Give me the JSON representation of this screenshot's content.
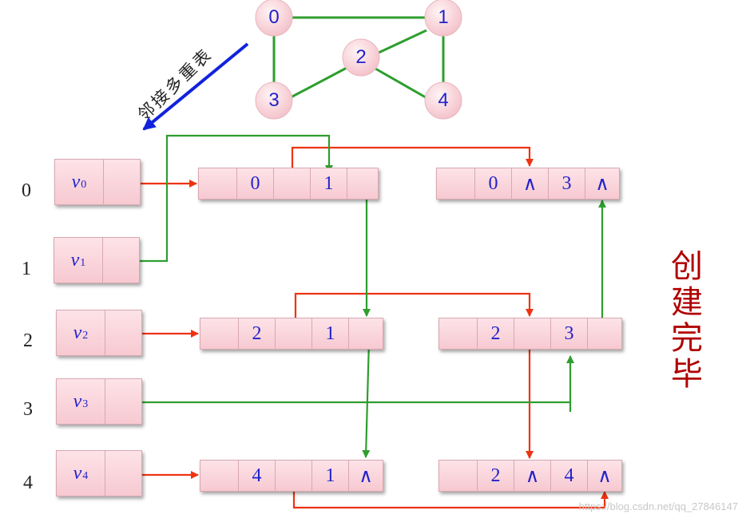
{
  "graph": {
    "nodes": [
      {
        "id": "node-0",
        "label": "0"
      },
      {
        "id": "node-1",
        "label": "1"
      },
      {
        "id": "node-2",
        "label": "2"
      },
      {
        "id": "node-3",
        "label": "3"
      },
      {
        "id": "node-4",
        "label": "4"
      }
    ],
    "edges": [
      [
        "0",
        "1"
      ],
      [
        "0",
        "3"
      ],
      [
        "1",
        "2"
      ],
      [
        "1",
        "4"
      ],
      [
        "2",
        "3"
      ],
      [
        "2",
        "4"
      ]
    ],
    "node_fill": "#fadadd",
    "edge_color": "#2e9e2e"
  },
  "arrow_caption": [
    "邻",
    "接",
    "多",
    "重",
    "表"
  ],
  "row_indices": [
    "0",
    "1",
    "2",
    "3",
    "4"
  ],
  "vertex_table": [
    {
      "name": "v",
      "sub": "0"
    },
    {
      "name": "v",
      "sub": "1"
    },
    {
      "name": "v",
      "sub": "2"
    },
    {
      "name": "v",
      "sub": "3"
    },
    {
      "name": "v",
      "sub": "4"
    }
  ],
  "edge_nodes": [
    {
      "id": "edge-0-1",
      "values": [
        "0",
        "",
        "1",
        ""
      ]
    },
    {
      "id": "edge-0-3",
      "values": [
        "0",
        "∧",
        "3",
        "∧"
      ]
    },
    {
      "id": "edge-2-1",
      "values": [
        "2",
        "",
        "1",
        ""
      ]
    },
    {
      "id": "edge-2-3",
      "values": [
        "2",
        "",
        "3",
        ""
      ]
    },
    {
      "id": "edge-4-1",
      "values": [
        "4",
        "",
        "1",
        "∧"
      ]
    },
    {
      "id": "edge-2-4",
      "values": [
        "2",
        "∧",
        "4",
        "∧"
      ]
    }
  ],
  "side_caption": [
    "创",
    "建",
    "完",
    "毕"
  ],
  "watermark": "https://blog.csdn.net/qq_27846147",
  "colors": {
    "red_arrow": "#ee3311",
    "green_arrow": "#2e9e2e",
    "blue_arrow": "#1122dd",
    "box_border": "#d8a8b2",
    "text_blue": "#2222cc",
    "caption_red": "#b00000"
  }
}
